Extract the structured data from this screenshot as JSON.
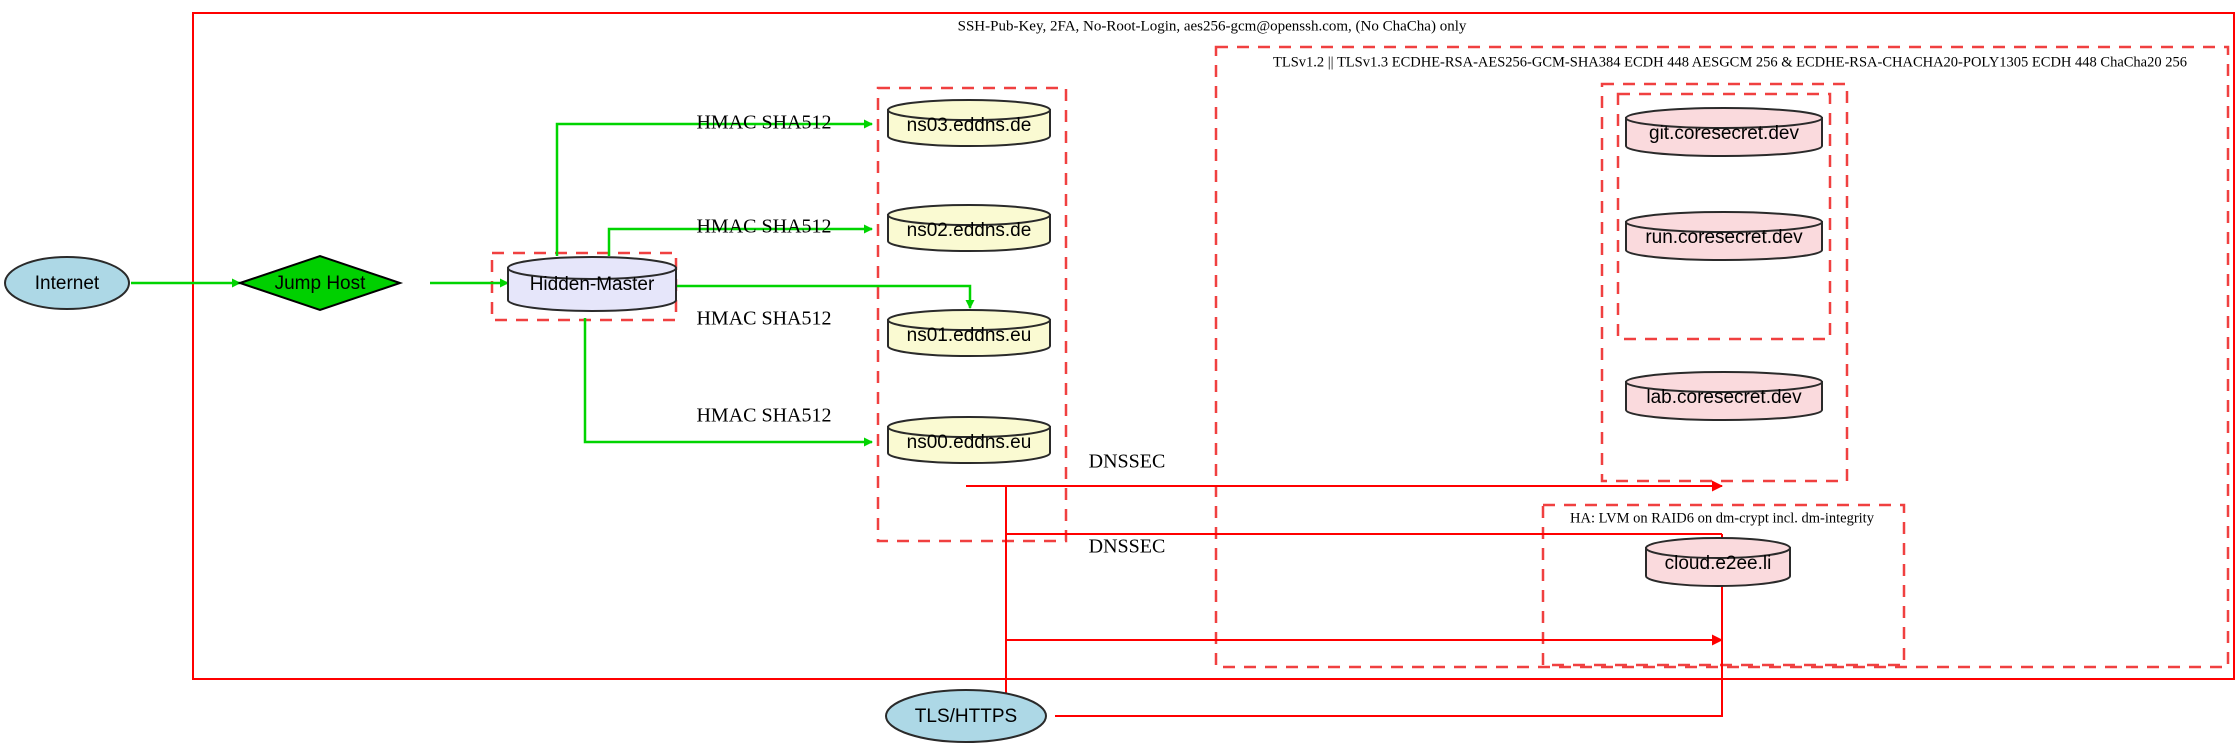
{
  "diagram": {
    "title_note": "SSH-Pub-Key, 2FA, No-Root-Login, aes256-gcm@openssh.com, (No ChaCha) only",
    "tls_note": "TLSv1.2 || TLSv1.3 ECDHE-RSA-AES256-GCM-SHA384 ECDH 448 AESGCM 256 & ECDHE-RSA-CHACHA20-POLY1305 ECDH 448 ChaCha20 256",
    "ha_note": "HA: LVM on RAID6 on dm-crypt incl. dm-integrity"
  },
  "nodes": {
    "internet": {
      "label": "Internet",
      "shape": "ellipse",
      "fill": "#add8e6"
    },
    "jump_host": {
      "label": "Jump Host",
      "shape": "diamond",
      "fill": "#00d000"
    },
    "hidden_master": {
      "label": "Hidden-Master",
      "shape": "cylinder",
      "fill": "#e6e6fa"
    },
    "tls_https": {
      "label": "TLS/HTTPS",
      "shape": "ellipse",
      "fill": "#add8e6"
    }
  },
  "nameservers": [
    {
      "label": "ns03.eddns.de",
      "fill": "#fafad2"
    },
    {
      "label": "ns02.eddns.de",
      "fill": "#fafad2"
    },
    {
      "label": "ns01.eddns.eu",
      "fill": "#fafad2"
    },
    {
      "label": "ns00.eddns.eu",
      "fill": "#fafad2"
    }
  ],
  "services": [
    {
      "label": "git.coresecret.dev",
      "fill": "#fadadd"
    },
    {
      "label": "run.coresecret.dev",
      "fill": "#fadadd"
    },
    {
      "label": "lab.coresecret.dev",
      "fill": "#fadadd"
    },
    {
      "label": "cloud.e2ee.li",
      "fill": "#fadadd"
    }
  ],
  "edge_labels": {
    "hmac_0": "HMAC SHA512",
    "hmac_1": "HMAC SHA512",
    "hmac_2": "HMAC SHA512",
    "hmac_3": "HMAC SHA512",
    "dnssec_0": "DNSSEC",
    "dnssec_1": "DNSSEC"
  },
  "colors": {
    "boundary_red": "#ff0000",
    "dashed_red": "#f04040",
    "edge_green": "#00d400",
    "edge_red": "#ff0000",
    "node_stroke": "#2a2a2a"
  }
}
